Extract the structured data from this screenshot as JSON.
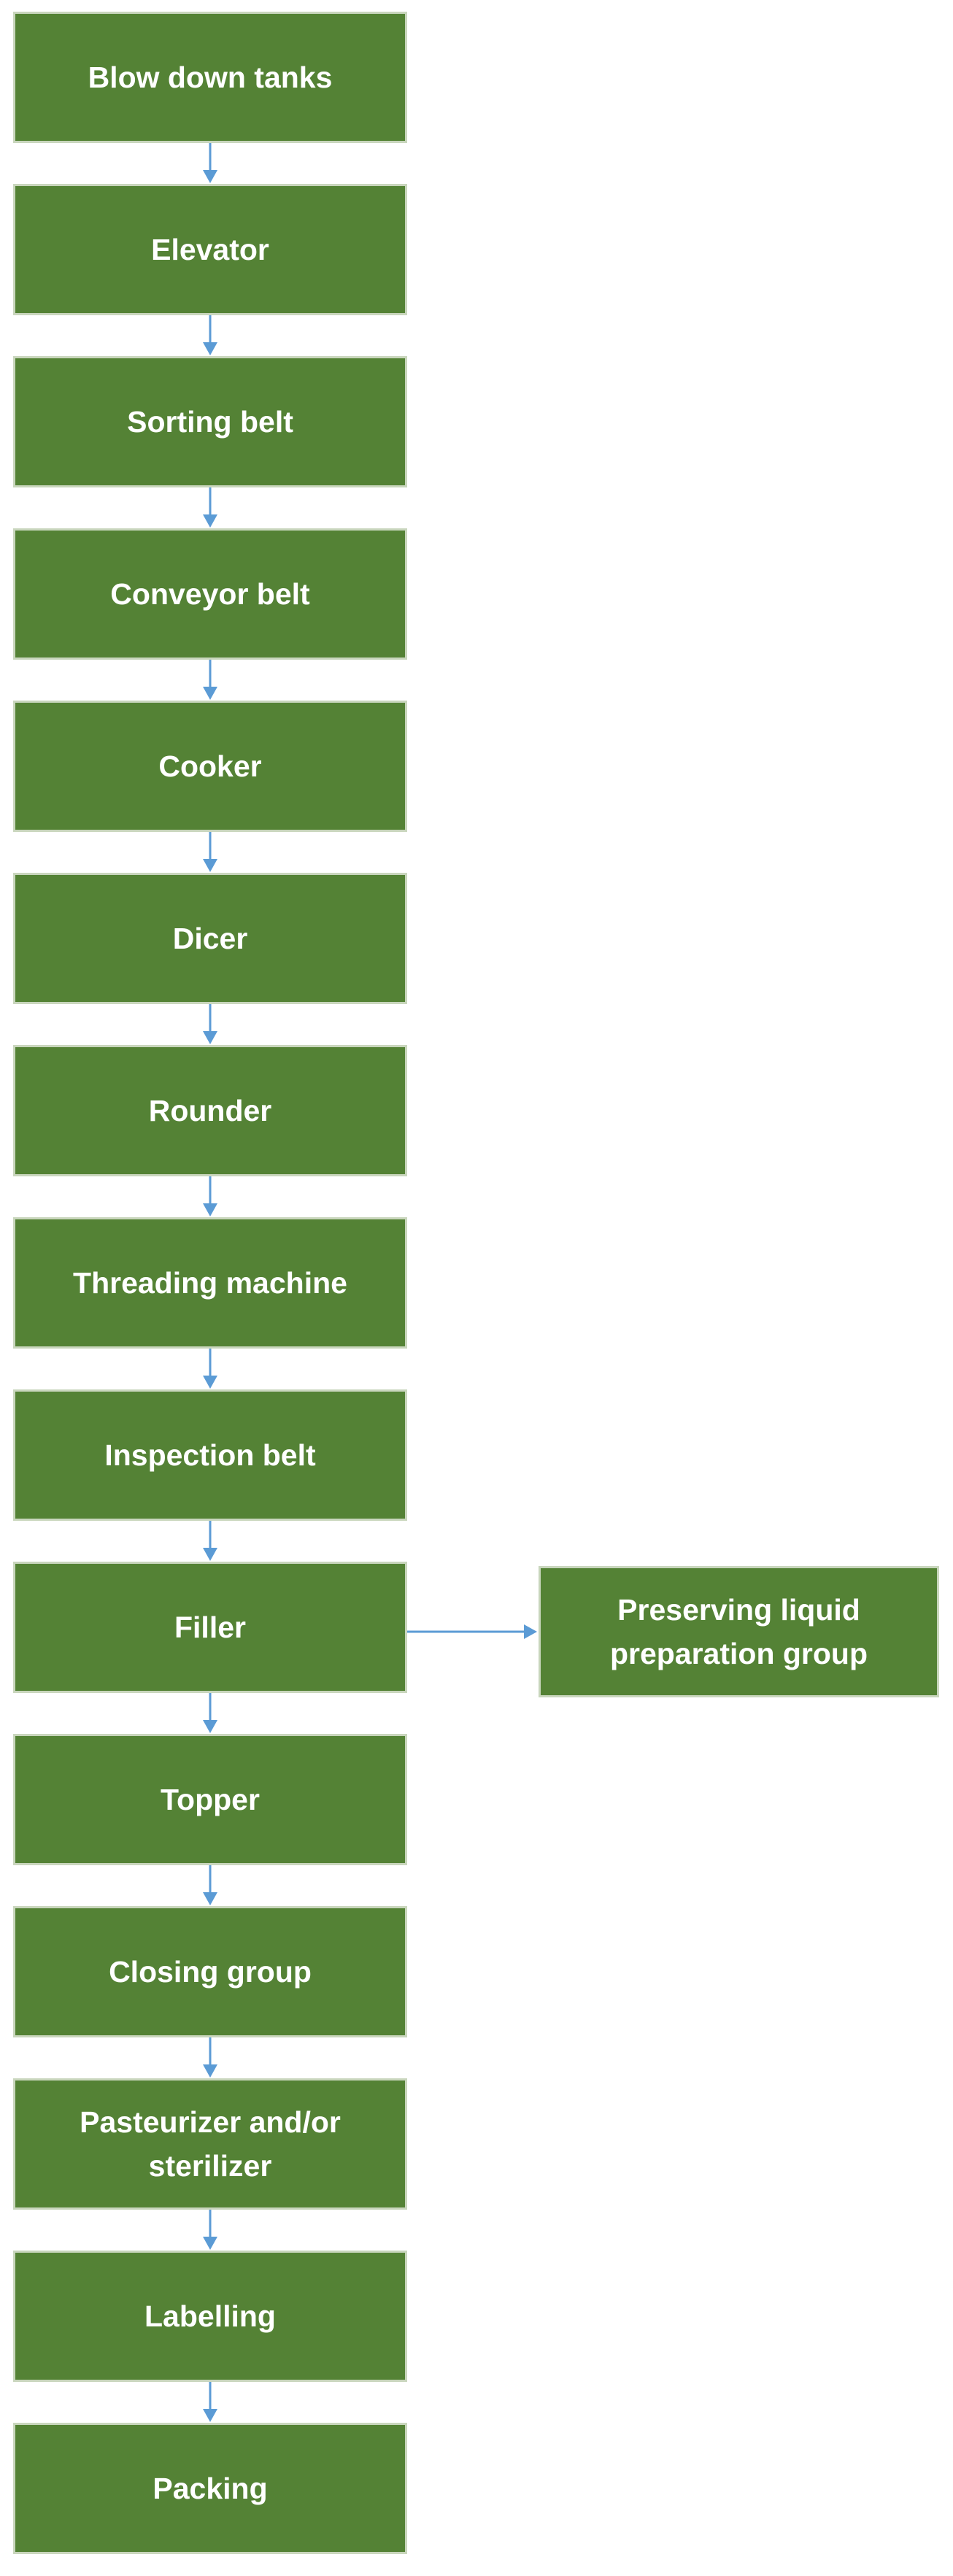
{
  "diagram": {
    "steps": [
      {
        "label": "Blow down tanks"
      },
      {
        "label": "Elevator"
      },
      {
        "label": "Sorting belt"
      },
      {
        "label": "Conveyor belt"
      },
      {
        "label": "Cooker"
      },
      {
        "label": "Dicer"
      },
      {
        "label": "Rounder"
      },
      {
        "label": "Threading machine"
      },
      {
        "label": "Inspection belt"
      },
      {
        "label": "Filler"
      },
      {
        "label": "Topper"
      },
      {
        "label": "Closing group"
      },
      {
        "label": "Pasteurizer and/or sterilizer"
      },
      {
        "label": "Labelling"
      },
      {
        "label": "Packing"
      }
    ],
    "side_step": {
      "label": "Preserving liquid preparation group",
      "attached_to": "Filler"
    },
    "colors": {
      "box_fill": "#548235",
      "box_border": "#c9d6bd",
      "box_text": "#ffffff",
      "arrow": "#5b9bd5"
    }
  }
}
